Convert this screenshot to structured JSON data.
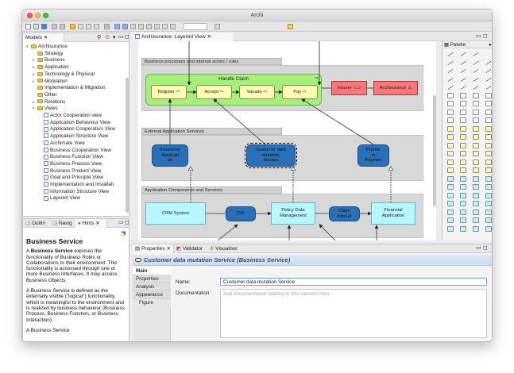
{
  "window": {
    "title": "Archi"
  },
  "models_panel": {
    "tab_label": "Models",
    "items": [
      {
        "label": "Archisurance",
        "type": "folder",
        "indent": 0,
        "arrow": "▾"
      },
      {
        "label": "Strategy",
        "type": "folder",
        "indent": 1,
        "arrow": ""
      },
      {
        "label": "Business",
        "type": "folder",
        "indent": 1,
        "arrow": "▸"
      },
      {
        "label": "Application",
        "type": "folder",
        "indent": 1,
        "arrow": "▸"
      },
      {
        "label": "Technology & Physical",
        "type": "folder",
        "indent": 1,
        "arrow": "▸"
      },
      {
        "label": "Motivation",
        "type": "folder",
        "indent": 1,
        "arrow": "▸"
      },
      {
        "label": "Implementation & Migration",
        "type": "folder",
        "indent": 1,
        "arrow": ""
      },
      {
        "label": "Other",
        "type": "folder",
        "indent": 1,
        "arrow": ""
      },
      {
        "label": "Relations",
        "type": "folder",
        "indent": 1,
        "arrow": "▸"
      },
      {
        "label": "Views",
        "type": "folder",
        "indent": 1,
        "arrow": "▾"
      },
      {
        "label": "Actor Cooperation view",
        "type": "view",
        "indent": 2,
        "arrow": ""
      },
      {
        "label": "Application Behaviour View",
        "type": "view",
        "indent": 2,
        "arrow": ""
      },
      {
        "label": "Application Cooperation View",
        "type": "view",
        "indent": 2,
        "arrow": ""
      },
      {
        "label": "Application Structure View",
        "type": "view",
        "indent": 2,
        "arrow": ""
      },
      {
        "label": "Archimate View",
        "type": "view",
        "indent": 2,
        "arrow": ""
      },
      {
        "label": "Business Cooperation View",
        "type": "view",
        "indent": 2,
        "arrow": ""
      },
      {
        "label": "Business Function View",
        "type": "view",
        "indent": 2,
        "arrow": ""
      },
      {
        "label": "Business Process View",
        "type": "view",
        "indent": 2,
        "arrow": ""
      },
      {
        "label": "Business Product View",
        "type": "view",
        "indent": 2,
        "arrow": ""
      },
      {
        "label": "Goal and Principle View",
        "type": "view",
        "indent": 2,
        "arrow": ""
      },
      {
        "label": "Implementation and Installati",
        "type": "view",
        "indent": 2,
        "arrow": ""
      },
      {
        "label": "Information Structure View",
        "type": "view",
        "indent": 2,
        "arrow": ""
      },
      {
        "label": "Layered View",
        "type": "view",
        "indent": 2,
        "arrow": ""
      }
    ]
  },
  "hints_panel": {
    "tabs": [
      "Outlin",
      "Navig",
      "Hints"
    ],
    "title": "Business Service",
    "para1_lead": "A ",
    "para1_bold": "Business Service",
    "para1_rest": " exposes the functionality of Business Roles or Collaborations to their environment. This functionality is accessed through one or more Business Interfaces. It may access Business Objects.",
    "para2": "A Business Service is defined as the externally visible (\"logical\") functionality, which is meaningful to the environment and is realized by business behaviour (Business Process, Business Function, or Business Interaction).",
    "para3": "A Business Service"
  },
  "editor": {
    "tab_label": "Archisurance: Layered View",
    "groups": {
      "business": "Business processes and internal actors / roles",
      "external_app": "External Application Services",
      "app_components": "Application Components and Services"
    },
    "handle_claim": "Handle Claim",
    "processes": [
      "Register",
      "Accept",
      "Valuate",
      "Pay"
    ],
    "insurer": "Insurer",
    "archisurance_actor": "Archisurance",
    "services": {
      "insurance": "Insurance\nApplicati\non",
      "customer": "Customer data\nmutation\nService",
      "premium": "Premiu\nm\nPaymen"
    },
    "components": {
      "crm": "CRM System",
      "cis": "CIS",
      "policy": "Policy Data\nManagement",
      "claim": "Claim\nInfoSer",
      "financial": "Financial\nApplication"
    }
  },
  "palette": {
    "title": "Palette"
  },
  "properties": {
    "tabs": [
      "Properties",
      "Validator",
      "Visualiser"
    ],
    "title": "Customer data mutation Service (Business Service)",
    "nav": [
      "Main",
      "Properties",
      "Analysis",
      "Appearance",
      "Figure"
    ],
    "name_label": "Name:",
    "name_value": "Customer data mutation Service",
    "doc_label": "Documentation:",
    "doc_placeholder": "Add documentation relating to this element here"
  },
  "colors": {
    "process": "#fffdb5",
    "service": "#2a70b8",
    "application": "#b8f7ff",
    "actor": "#f5787a",
    "handle_claim": "#a7ef7d"
  }
}
